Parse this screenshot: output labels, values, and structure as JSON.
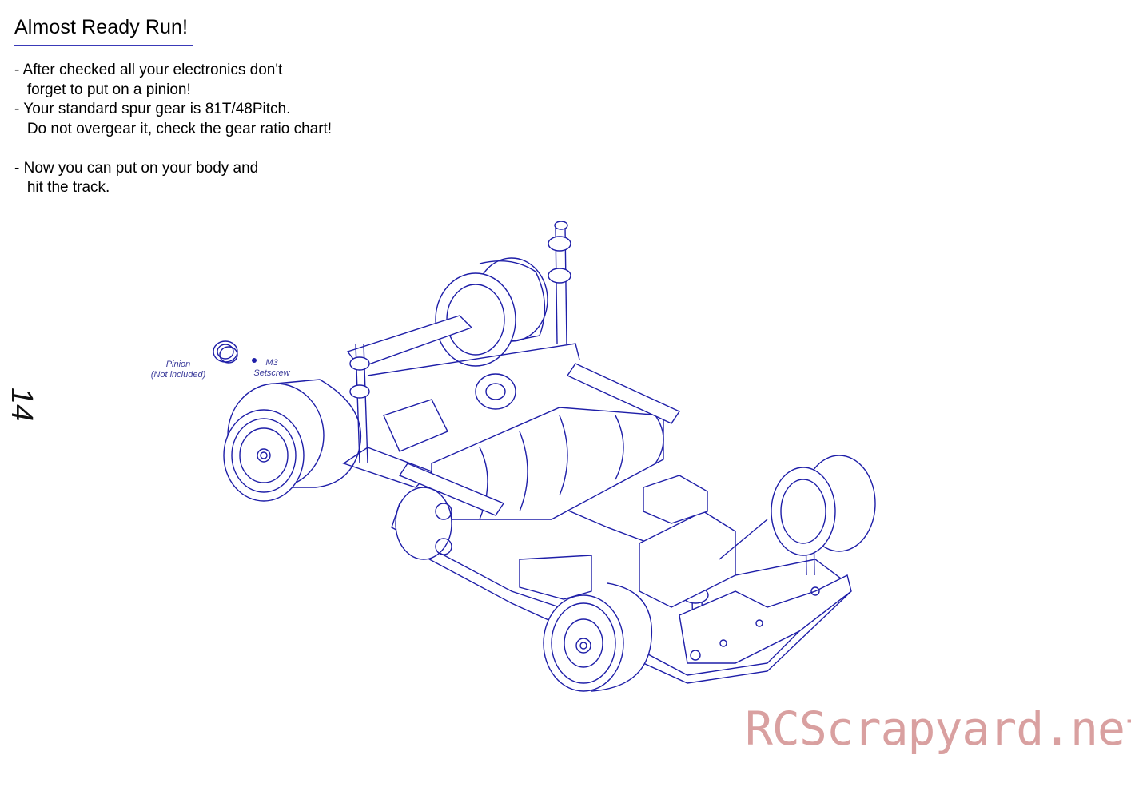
{
  "heading": "Almost Ready Run!",
  "instructions": [
    "- After checked all your electronics don't",
    "   forget to put on a pinion!",
    "- Your standard spur gear is 81T/48Pitch.",
    "   Do not overgear it, check the gear ratio chart!",
    "",
    "- Now you can put on your body and",
    "   hit the track."
  ],
  "callouts": {
    "pinion": "Pinion",
    "pinion_note": "(Not included)",
    "setscrew_size": "M3",
    "setscrew": "Setscrew"
  },
  "page_number": "14",
  "watermark": "RCScrapyard.net",
  "colors": {
    "line_art": "#1e1ea8",
    "watermark": "#d9a0a0"
  }
}
